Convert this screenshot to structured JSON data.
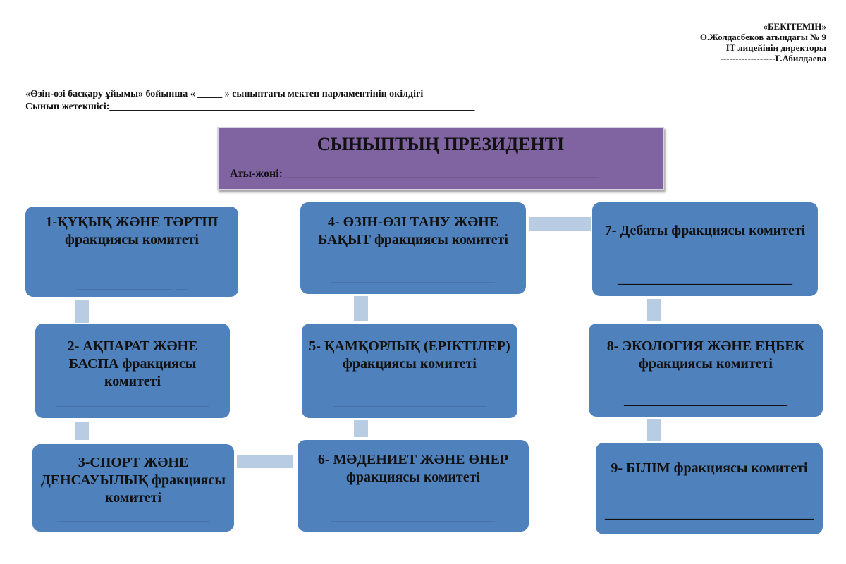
{
  "approval": {
    "line1": "«БЕКІТЕМІН»",
    "line2": "Ө.Жолдасбеков атындағы № 9",
    "line3": "IT лицейінің директоры",
    "line4": "------------------Г.Абилдаева"
  },
  "header": {
    "line1": "«Өзін-өзі басқару ұйымы» бойынша  « _____  » сыныптағы мектеп парламентінің өкілдігі",
    "line2": "Сынып жетекшісі:__________________________________________________________________________"
  },
  "president": {
    "title": "СЫНЫПТЫҢ ПРЕЗИДЕНТІ",
    "name_label": "Аты-жөні:________________________________________________________"
  },
  "committees": [
    {
      "label": "1-ҚҰҚЫҚ ЖӘНЕ ТӘРТІП фракциясы комитеті",
      "blank": "_________________ __"
    },
    {
      "label": "2- АҚПАРАТ ЖӘНЕ БАСПА фракциясы комитеті",
      "blank": "___________________________"
    },
    {
      "label": "3-СПОРТ ЖӘНЕ ДЕНСАУЫЛЫҚ фракциясы  комитеті",
      "blank": "___________________________"
    },
    {
      "label": "4- ӨЗІН-ӨЗІ ТАНУ ЖӘНЕ БАҚЫТ фракциясы комитеті",
      "blank": "_____________________________"
    },
    {
      "label": "5- ҚАМҚОРЛЫҚ (ЕРІКТІЛЕР) фракциясы комитеті",
      "blank": "___________________________"
    },
    {
      "label": "6- МӘДЕНИЕТ ЖӘНЕ ӨНЕР фракциясы комитеті",
      "blank": "_____________________________"
    },
    {
      "label": "7- Дебаты фракциясы комитеті",
      "blank": "_______________________________"
    },
    {
      "label": "8- ЭКОЛОГИЯ ЖӘНЕ ЕҢБЕК фракциясы комитеті",
      "blank": "_____________________________"
    },
    {
      "label": "9- БІЛІМ фракциясы комитеті",
      "blank": "_____________________________________"
    }
  ],
  "colors": {
    "committee_fill": "#4f81bd",
    "president_fill": "#8064a2",
    "connector": "#b8cce4"
  }
}
